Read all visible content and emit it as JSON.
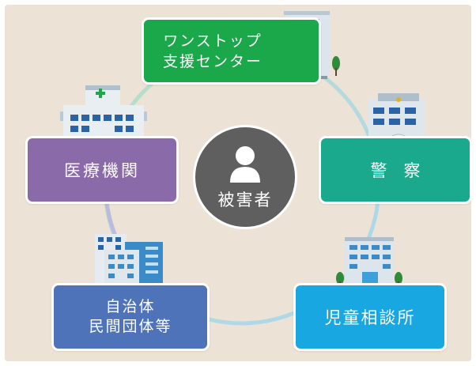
{
  "victim": {
    "label": "被害者"
  },
  "nodes": {
    "onestop": {
      "line1": "ワンストップ",
      "line2": "支援センター",
      "color": "#1aa84a"
    },
    "medical": {
      "label": "医療機関",
      "color": "#8b6aaa"
    },
    "police": {
      "label": "警　察",
      "color": "#1aa98c"
    },
    "local": {
      "line1": "自治体",
      "line2": "民間団体等",
      "color": "#4f73b8"
    },
    "child": {
      "label": "児童相談所",
      "color": "#18a7e0"
    }
  },
  "icons": [
    "hospital-building-icon",
    "police-station-icon",
    "office-building-icon",
    "city-buildings-icon",
    "child-center-building-icon",
    "person-icon"
  ]
}
